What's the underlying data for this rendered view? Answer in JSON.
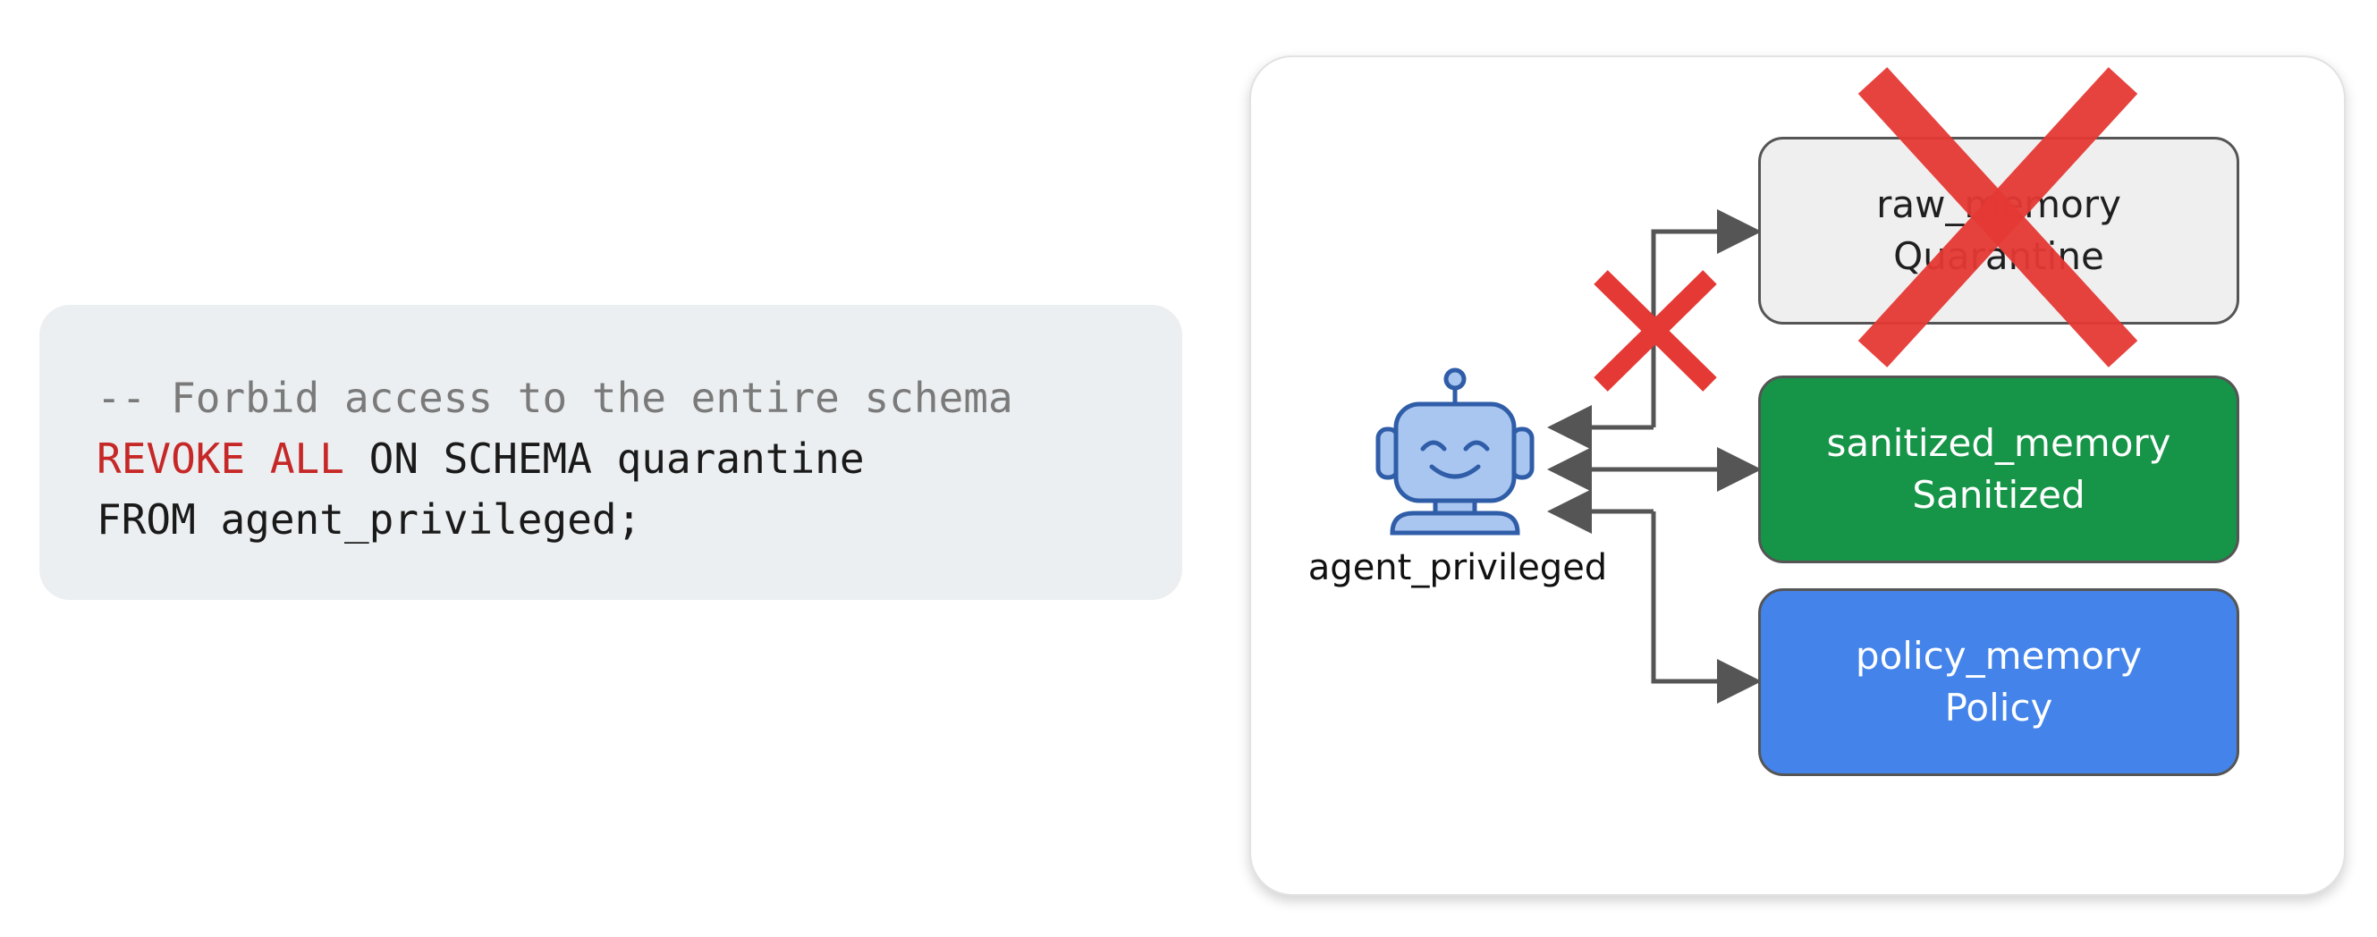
{
  "code": {
    "comment": "-- Forbid access to the entire schema",
    "line2_keyword": "REVOKE ALL",
    "line2_rest": " ON SCHEMA quarantine",
    "line3": "FROM agent_privileged;"
  },
  "agent": {
    "label": "agent_privileged",
    "icon": "robot-icon"
  },
  "memories": [
    {
      "name": "raw_memory",
      "subtitle": "Quarantine",
      "status": "forbidden",
      "color": "#efefef"
    },
    {
      "name": "sanitized_memory",
      "subtitle": "Sanitized",
      "status": "allowed",
      "color": "#169447"
    },
    {
      "name": "policy_memory",
      "subtitle": "Policy",
      "status": "allowed",
      "color": "#4484ea"
    }
  ],
  "colors": {
    "code_background": "#eceff1",
    "comment": "#7a7a7a",
    "keyword": "#c62828",
    "cross": "#e53935",
    "arrow": "#555555"
  }
}
